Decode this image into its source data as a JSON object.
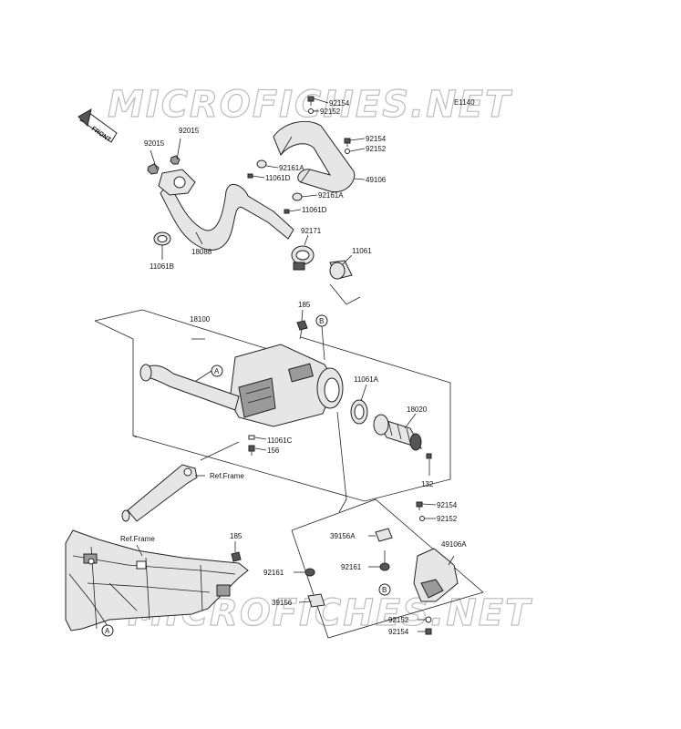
{
  "watermark": "MICROFICHES.NET",
  "diagram_code": "E1140",
  "front_label": "FRONT",
  "ref_frame": "Ref.Frame",
  "markers": {
    "a": "A",
    "b": "B"
  },
  "callouts": {
    "p92154_top": "92154",
    "p92152_top": "92152",
    "p92154_r": "92154",
    "p92152_r": "92152",
    "p92161A_1": "92161A",
    "p11061D_1": "11061D",
    "p49106": "49106",
    "p92161A_2": "92161A",
    "p11061D_2": "11061D",
    "p92015_a": "92015",
    "p92015_b": "92015",
    "p18088": "18088",
    "p11061B": "11061B",
    "p92171": "92171",
    "p11061": "11061",
    "p185_top": "185",
    "p18100": "18100",
    "p11061A": "11061A",
    "p18020": "18020",
    "p11061C": "11061C",
    "p156": "156",
    "p132": "132",
    "p92154_lr": "92154",
    "p92152_lr": "92152",
    "p39156A": "39156A",
    "p49106A": "49106A",
    "p92161_l": "92161",
    "p92161_r": "92161",
    "p39156": "39156",
    "p185_bot": "185",
    "p92152_bot": "92152",
    "p92154_bot": "92154"
  }
}
